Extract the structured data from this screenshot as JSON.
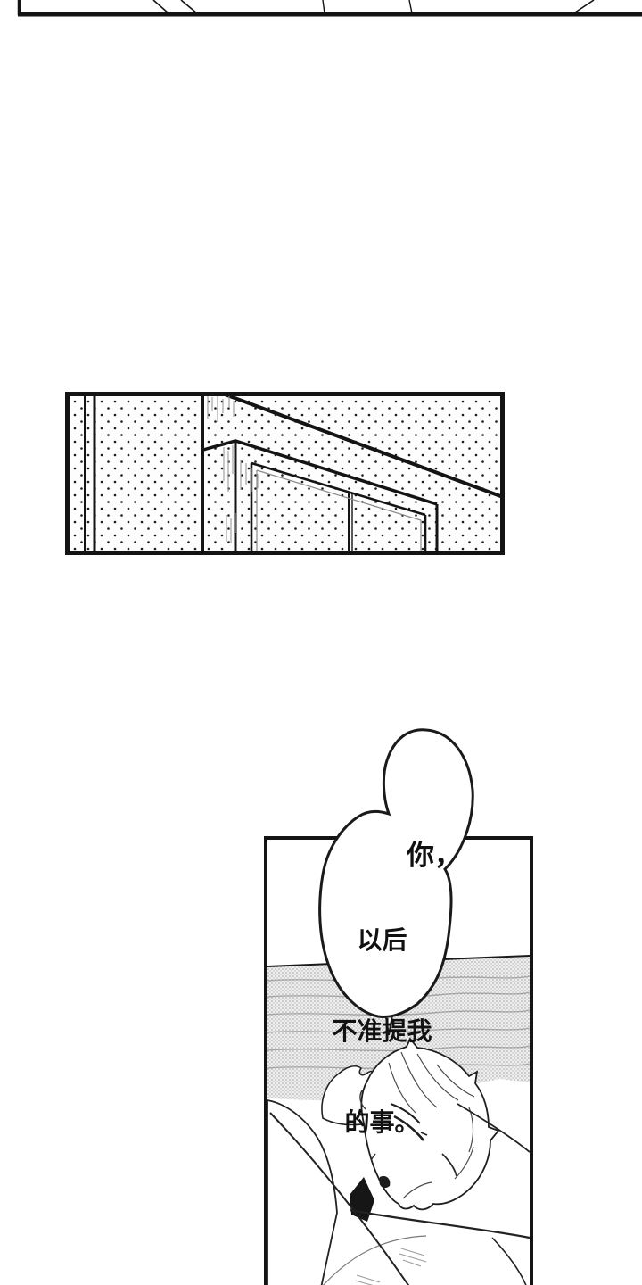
{
  "colors": {
    "ink": "#141414",
    "paper": "#ffffff"
  },
  "speech": {
    "top_bubble": "你，",
    "bottom_bubble_lines": [
      "以后",
      "不准提我",
      "的事。"
    ]
  }
}
